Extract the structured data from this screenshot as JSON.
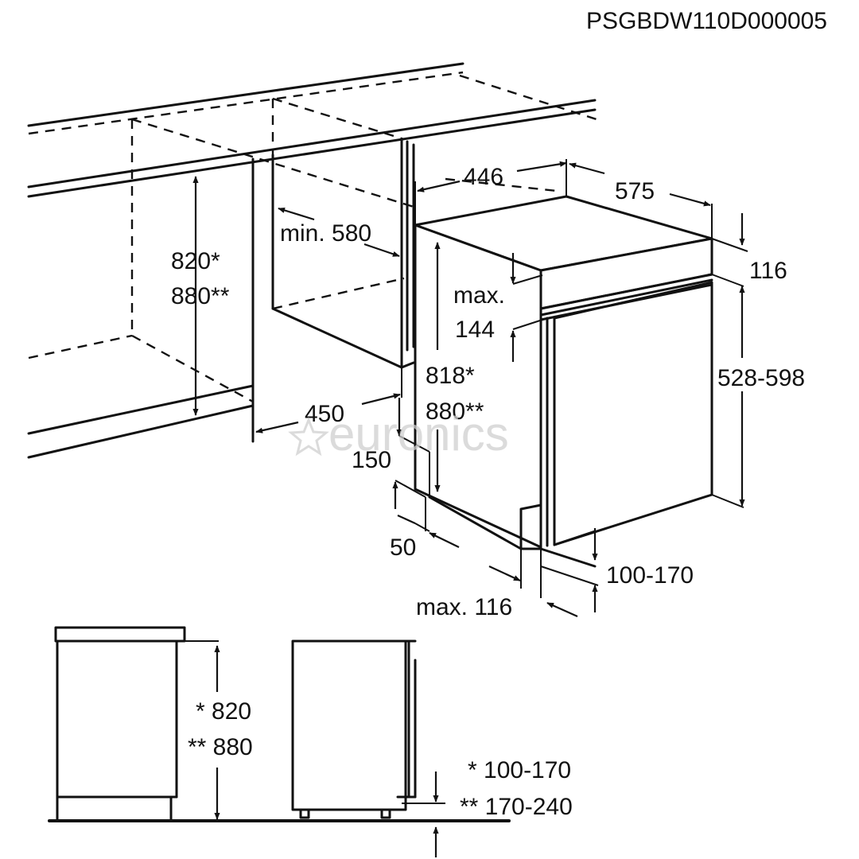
{
  "document_code": "PSGBDW110D000005",
  "watermark": {
    "text": "euronics",
    "icon": "star-icon"
  },
  "labels": {
    "width_446": "446",
    "depth_575": "575",
    "top_116": "116",
    "min_580": "min. 580",
    "niche_height_1": "820*",
    "niche_height_2": "880**",
    "max_label": "max.",
    "max_144": "144",
    "body_height_1": "818*",
    "body_height_2": "880**",
    "door_528_598": "528-598",
    "niche_width_450": "450",
    "plinth_150": "150",
    "plinth_50": "50",
    "plinth_100_170": "100-170",
    "max_116": "max. 116"
  },
  "bottom_labels": {
    "left_height_1": "* 820",
    "left_height_2": "** 880",
    "right_plinth_1": "* 100-170",
    "right_plinth_2": "** 170-240"
  },
  "colors": {
    "line": "#111111",
    "watermark": "#cfcfcf",
    "background": "#ffffff"
  }
}
